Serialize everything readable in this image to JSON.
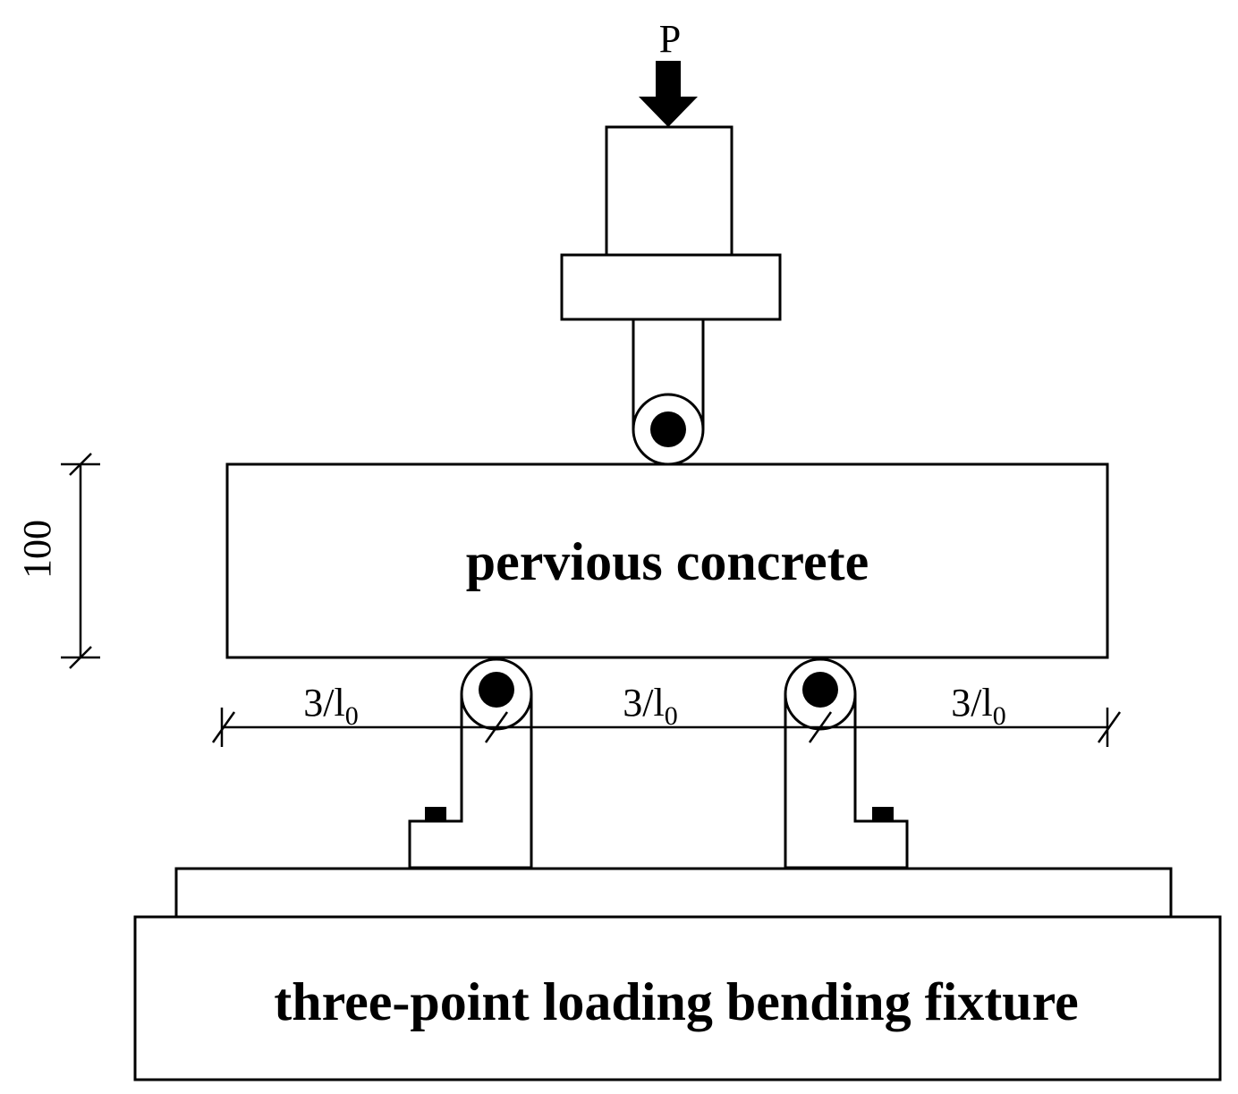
{
  "load": {
    "symbol": "P"
  },
  "beam": {
    "label": "pervious concrete"
  },
  "height_dimension": {
    "value": "100"
  },
  "span_dimensions": {
    "left": {
      "text": "3/l",
      "subscript": "0"
    },
    "middle": {
      "text": "3/l",
      "subscript": "0"
    },
    "right": {
      "text": "3/l",
      "subscript": "0"
    }
  },
  "fixture": {
    "label": "three-point loading bending fixture"
  },
  "colors": {
    "line": "#000000",
    "background": "#ffffff"
  }
}
